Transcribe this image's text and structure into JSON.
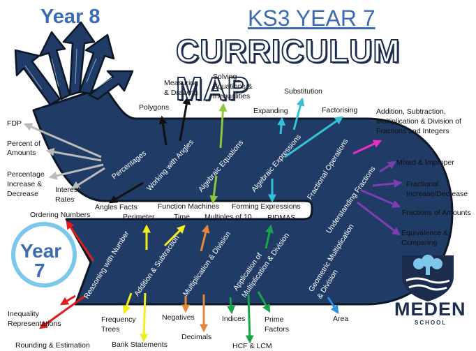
{
  "header": {
    "year_top": "Year 8",
    "title": "KS3 YEAR 7",
    "subtitle": "CURRICULUM MAP",
    "year_bottom_1": "Year",
    "year_bottom_2": "7"
  },
  "upper_band_topics": [
    "Percentages",
    "Working with Angles",
    "Algebraic Equations",
    "Algebraic Expressions",
    "Fractional Operations"
  ],
  "lower_band_topics": [
    "Reasoning with Number",
    "Addition & Subtraction",
    "Multiplication & Division",
    "Application of",
    "Multiplication & Division",
    "Geometric  Multiplication",
    "& Division"
  ],
  "curve_topic": "Understanding Fractions",
  "upper_labels": {
    "fdp": "FDP",
    "percent_amounts_1": "Percent of",
    "percent_amounts_2": "Amounts",
    "percent_change_1": "Percentage",
    "percent_change_2": "Increase &",
    "percent_change_3": "Decrease",
    "interest_1": "Interest",
    "interest_2": "Rates",
    "polygons": "Polygons",
    "measuring_1": "Measuring",
    "measuring_2": "& Drawing",
    "solving_1": "Solving",
    "solving_2": "Equations &",
    "solving_3": "Inequalities",
    "substitution": "Substitution",
    "expanding": "Expanding",
    "factorising": "Factorising",
    "fraction_ops_1": "Addition, Subtraction,",
    "fraction_ops_2": "Multiplication & Division of",
    "fraction_ops_3": "Fractions and Integers",
    "mixed": "Mixed & Improper",
    "frac_change_1": "Fractional",
    "frac_change_2": "Increase/Decrease",
    "frac_amounts": "Fractions of Amounts",
    "equivalence_1": "Equivalence &",
    "equivalence_2": "Comparing"
  },
  "middle_labels": {
    "angles_facts": "Angles Facts",
    "function_machines": "Function Machines",
    "forming_expressions": "Forming Expressions",
    "perimeter": "Perimeter",
    "time": "Time",
    "multiples": "Multiples of 10",
    "bidmas": "BIDMAS",
    "ordering": "Ordering Numbers"
  },
  "lower_labels": {
    "inequality_1": "Inequality",
    "inequality_2": "Representations",
    "rounding": "Rounding & Estimation",
    "frequency_1": "Frequency",
    "frequency_2": "Trees",
    "bank": "Bank Statements",
    "negatives": "Negatives",
    "decimals": "Decimals",
    "indices": "Indices",
    "hcf": "HCF & LCM",
    "prime_1": "Prime",
    "prime_2": "Factors",
    "area": "Area"
  },
  "school": {
    "name": "MEDEN",
    "tagline": "SCHOOL"
  },
  "colors": {
    "band": "#1f3b66",
    "band_outline": "#0c1726",
    "arrow_grey": "#bbbbbb",
    "arrow_black": "#111111",
    "arrow_green": "#8dc63f",
    "arrow_teal": "#35c1d6",
    "arrow_magenta": "#ea2ec4",
    "arrow_purple": "#7b3fb0",
    "arrow_red": "#e01b1b",
    "arrow_yellow": "#f2ee1c",
    "arrow_orange": "#e3883c",
    "arrow_darkgreen": "#18a34a",
    "arrow_blue": "#2b8fdc",
    "title_blue": "#3d6bb3"
  }
}
